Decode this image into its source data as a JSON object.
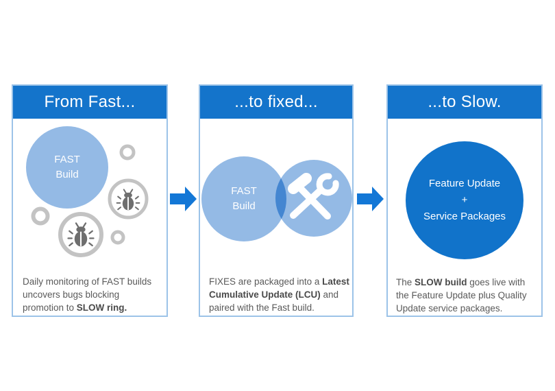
{
  "colors": {
    "header_blue": "#1474cb",
    "light_blue": "#94bae5",
    "overlap_blue": "#4486d1",
    "solid_blue": "#1173ca",
    "arrow_blue": "#1377d6",
    "card_border_blue": "#9cc3e8",
    "ring_gray": "#c3c3c3",
    "bug_gray": "#6e6e6e",
    "caption_gray": "#595959"
  },
  "icons": {
    "bug": "bug-icon",
    "tools": "hammer-wrench-icon",
    "arrow": "arrow-right-icon",
    "ring": "bubble-ring-icon"
  },
  "cards": [
    {
      "header": "From Fast...",
      "bubble_line1": "FAST",
      "bubble_line2": "Build",
      "caption_pre": "Daily monitoring of FAST builds uncovers bugs blocking promotion to ",
      "caption_bold": "SLOW ring.",
      "caption_post": ""
    },
    {
      "header": "...to fixed...",
      "bubble_line1": "FAST",
      "bubble_line2": "Build",
      "caption_pre": "FIXES are packaged into a ",
      "caption_bold": "Latest Cumulative Update (LCU)",
      "caption_post": " and paired with the Fast build."
    },
    {
      "header": "...to Slow.",
      "bubble_line1": "Feature Update",
      "bubble_line2": "+",
      "bubble_line3": "Service Packages",
      "caption_pre": "The ",
      "caption_bold": "SLOW build",
      "caption_post": " goes live with the Feature Update plus Quality Update service packages."
    }
  ]
}
